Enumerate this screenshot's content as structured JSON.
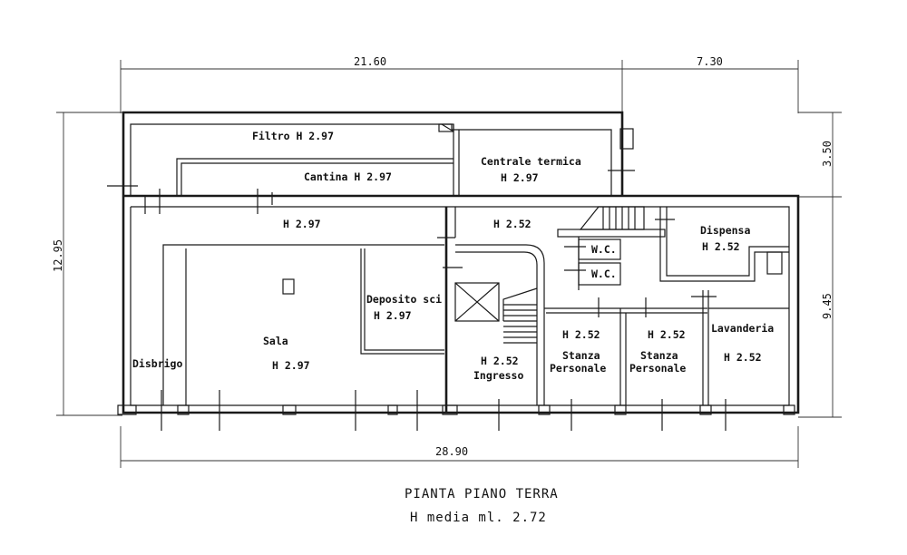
{
  "dimensions": {
    "top_left": "21.60",
    "top_right": "7.30",
    "left_total": "12.95",
    "right_upper": "3.50",
    "right_lower": "9.45",
    "bottom_total": "28.90"
  },
  "rooms": {
    "filtro": "Filtro  H 2.97",
    "cantina": "Cantina   H 2.97",
    "centrale_termica_name": "Centrale termica",
    "centrale_termica_h": "H 2.97",
    "hall_h": "H 2.97",
    "corridor_h": "H 2.52",
    "dispensa_name": "Dispensa",
    "dispensa_h": "H 2.52",
    "wc1": "W.C.",
    "wc2": "W.C.",
    "deposito_name": "Deposito sci",
    "deposito_h": "H 2.97",
    "sala_name": "Sala",
    "sala_h": "H 2.97",
    "disbrigo": "Disbrigo",
    "ingresso_h": "H 2.52",
    "ingresso_name": "Ingresso",
    "stanza1_h": "H 2.52",
    "stanza1_name_1": "Stanza",
    "stanza1_name_2": "Personale",
    "stanza2_h": "H 2.52",
    "stanza2_name_1": "Stanza",
    "stanza2_name_2": "Personale",
    "lavanderia_name": "Lavanderia",
    "lavanderia_h": "H 2.52"
  },
  "title": {
    "line1": "PIANTA PIANO TERRA",
    "line2": "H media ml. 2.72"
  }
}
